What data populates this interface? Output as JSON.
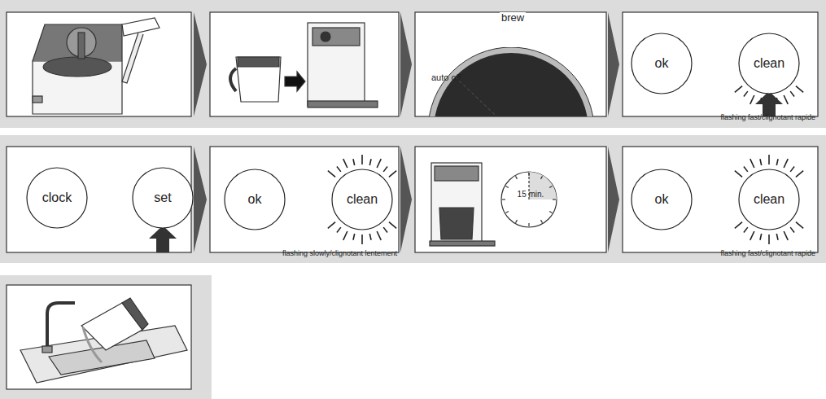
{
  "diagram": {
    "nodes": [
      {
        "text": [
          "ok"
        ]
      },
      {
        "text": [
          "clean"
        ]
      },
      {
        "text": [
          "clock"
        ]
      },
      {
        "text": [
          "set"
        ]
      },
      {
        "text": [
          "ok"
        ]
      },
      {
        "text": [
          "clean"
        ]
      },
      {
        "text": [
          "ok"
        ]
      },
      {
        "text": [
          "clean"
        ]
      }
    ],
    "labels": [
      "brew",
      "auto off",
      "flashing fast/clignotant rapide",
      "flashing slowly/clignotant lentement",
      "15 min.",
      "flashing fast/clignotant rapide"
    ]
  }
}
